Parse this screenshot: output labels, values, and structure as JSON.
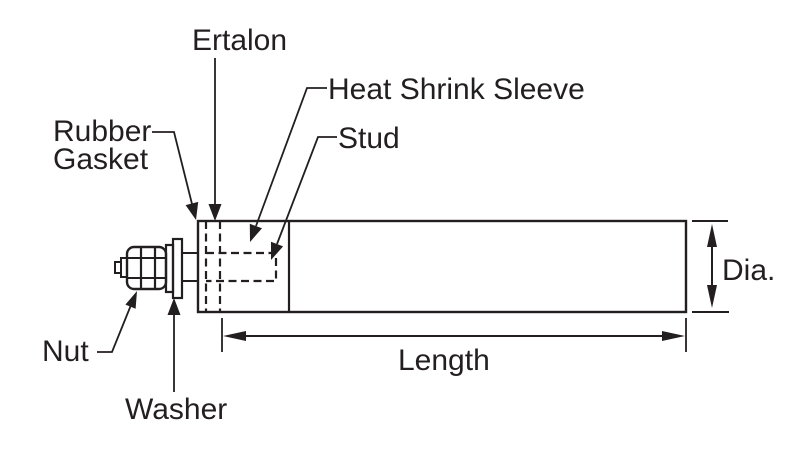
{
  "diagram": {
    "type": "technical-drawing",
    "subject": "roller-assembly-cross-section",
    "background_color": "#ffffff",
    "line_color": "#231f20",
    "labels": {
      "ertalon": "Ertalon",
      "heat_shrink_sleeve": "Heat Shrink Sleeve",
      "stud": "Stud",
      "rubber_gasket_line1": "Rubber",
      "rubber_gasket_line2": "Gasket",
      "nut": "Nut",
      "washer": "Washer",
      "length": "Length",
      "dia": "Dia."
    }
  }
}
